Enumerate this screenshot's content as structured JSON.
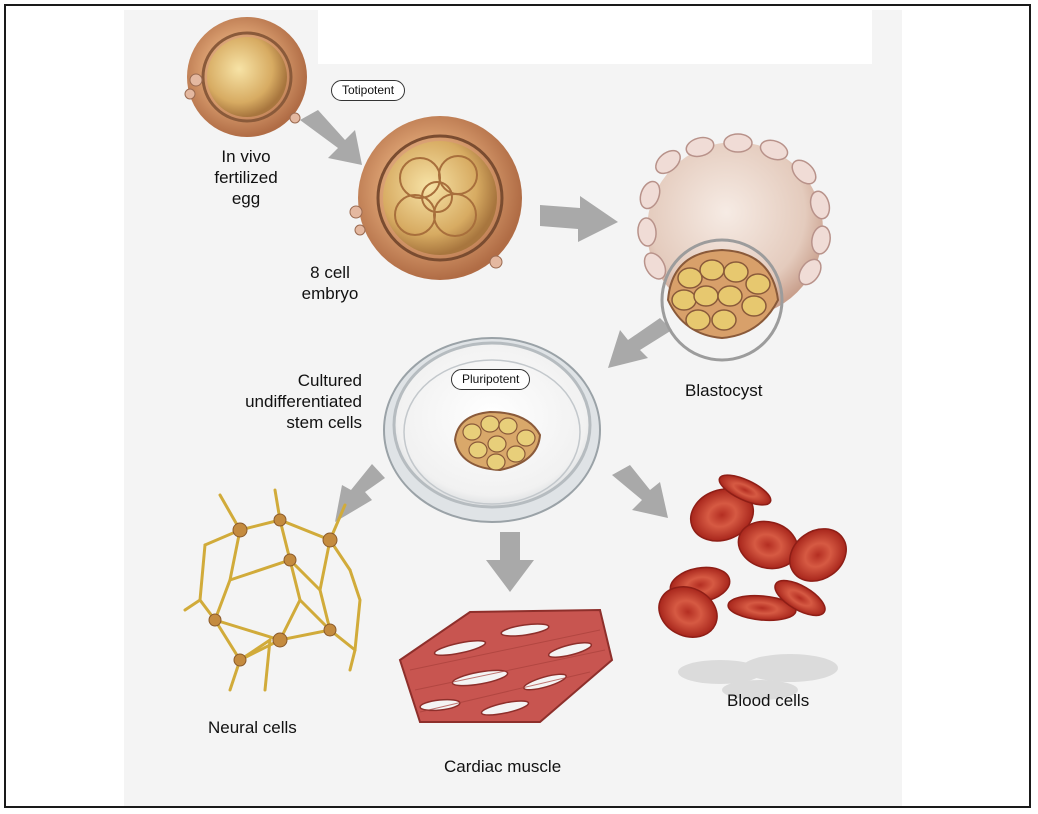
{
  "labels": {
    "fertilized_egg": "In vivo\nfertilized egg",
    "eight_cell": "8 cell\nembryo",
    "cultured": "Cultured\nundifferentiated\nstem cells",
    "blastocyst": "Blastocyst",
    "neural": "Neural cells",
    "cardiac": "Cardiac muscle",
    "blood": "Blood cells"
  },
  "badges": {
    "totipotent": "Totipotent",
    "pluripotent": "Pluripotent"
  },
  "colors": {
    "arrow": "#a9a9a9",
    "egg_outer": "#c98f63",
    "egg_inner": "#e9c77f",
    "cell_cluster": "#c9a25c",
    "neuron": "#d6b13f",
    "muscle": "#c7524d",
    "blood": "#c5392c",
    "frame": "#1a1a1a"
  }
}
